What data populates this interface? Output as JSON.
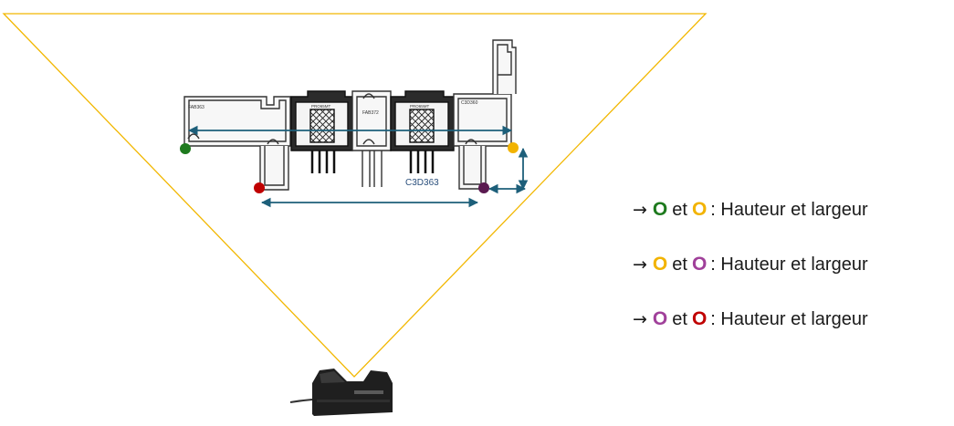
{
  "profile_labels": {
    "left": "FAB363",
    "insert_left": "PRO65MT",
    "center": "FAB372",
    "insert_right": "PRO65MT",
    "right": "C3D360",
    "bottom": "C3D363"
  },
  "legend": {
    "arrow": "→",
    "items": [
      {
        "first": "O",
        "first_color": "#1e7a1e",
        "joiner": "et",
        "second": "O",
        "second_color": "#f2b300",
        "text": ": Hauteur et largeur"
      },
      {
        "first": "O",
        "first_color": "#f2b300",
        "joiner": "et",
        "second": "O",
        "second_color": "#a0409a",
        "text": ": Hauteur et largeur"
      },
      {
        "first": "O",
        "first_color": "#a0409a",
        "joiner": "et",
        "second": "O",
        "second_color": "#c00000",
        "text": ": Hauteur et largeur"
      }
    ]
  },
  "colors": {
    "field_of_view": "#f2b700",
    "dimension_lines": "#1d5f7a",
    "point_green": "#1e7a1e",
    "point_yellow": "#f2b300",
    "point_red": "#c00000",
    "point_purple": "#5a1a50"
  }
}
